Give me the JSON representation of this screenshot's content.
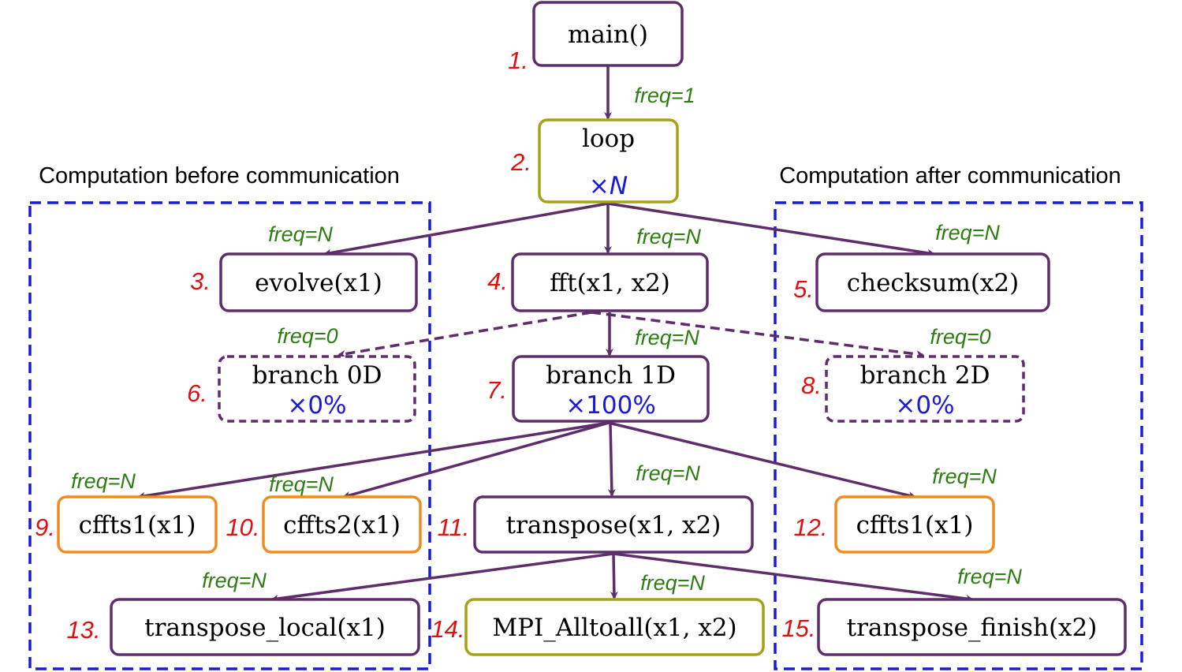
{
  "colors": {
    "edge": "#5e2d6b",
    "node_border_default": "#5e2d6b",
    "node_border_loop": "#a3a315",
    "node_border_compute": "#f08c1e",
    "node_border_mpi": "#a3a315",
    "region_border": "#1a1adb",
    "freq": "#2e7d12",
    "number": "#e01010",
    "multiplier": "#1a1adb"
  },
  "regions": {
    "before": {
      "label": "Computation before communication"
    },
    "after": {
      "label": "Computation after communication"
    }
  },
  "nodes": [
    {
      "id": "main",
      "number": "1.",
      "label": "main()",
      "multiplier": "",
      "style": "default"
    },
    {
      "id": "loop",
      "number": "2.",
      "label": "loop",
      "multiplier": "×N",
      "style": "loop"
    },
    {
      "id": "evolve",
      "number": "3.",
      "label": "evolve(x1)",
      "multiplier": "",
      "style": "default"
    },
    {
      "id": "fft",
      "number": "4.",
      "label": "fft(x1, x2)",
      "multiplier": "",
      "style": "default"
    },
    {
      "id": "checksum",
      "number": "5.",
      "label": "checksum(x2)",
      "multiplier": "",
      "style": "default"
    },
    {
      "id": "branch0d",
      "number": "6.",
      "label": "branch 0D",
      "multiplier": "×0%",
      "style": "dashed"
    },
    {
      "id": "branch1d",
      "number": "7.",
      "label": "branch 1D",
      "multiplier": "×100%",
      "style": "default"
    },
    {
      "id": "branch2d",
      "number": "8.",
      "label": "branch 2D",
      "multiplier": "×0%",
      "style": "dashed"
    },
    {
      "id": "cffts1a",
      "number": "9.",
      "label": "cffts1(x1)",
      "multiplier": "",
      "style": "compute"
    },
    {
      "id": "cffts2",
      "number": "10.",
      "label": "cffts2(x1)",
      "multiplier": "",
      "style": "compute"
    },
    {
      "id": "transpose",
      "number": "11.",
      "label": "transpose(x1, x2)",
      "multiplier": "",
      "style": "default"
    },
    {
      "id": "cffts1b",
      "number": "12.",
      "label": "cffts1(x1)",
      "multiplier": "",
      "style": "compute"
    },
    {
      "id": "tlocal",
      "number": "13.",
      "label": "transpose_local(x1)",
      "multiplier": "",
      "style": "default"
    },
    {
      "id": "mpi",
      "number": "14.",
      "label": "MPI_Alltoall(x1, x2)",
      "multiplier": "",
      "style": "mpi"
    },
    {
      "id": "tfinish",
      "number": "15.",
      "label": "transpose_finish(x2)",
      "multiplier": "",
      "style": "default"
    }
  ],
  "edges": [
    {
      "from": "main",
      "to": "loop",
      "freq": "freq=1",
      "dashed": false
    },
    {
      "from": "loop",
      "to": "evolve",
      "freq": "freq=N",
      "dashed": false
    },
    {
      "from": "loop",
      "to": "fft",
      "freq": "freq=N",
      "dashed": false
    },
    {
      "from": "loop",
      "to": "checksum",
      "freq": "freq=N",
      "dashed": false
    },
    {
      "from": "fft",
      "to": "branch0d",
      "freq": "freq=0",
      "dashed": true
    },
    {
      "from": "fft",
      "to": "branch1d",
      "freq": "freq=N",
      "dashed": false
    },
    {
      "from": "fft",
      "to": "branch2d",
      "freq": "freq=0",
      "dashed": true
    },
    {
      "from": "branch1d",
      "to": "cffts1a",
      "freq": "freq=N",
      "dashed": false
    },
    {
      "from": "branch1d",
      "to": "cffts2",
      "freq": "freq=N",
      "dashed": false
    },
    {
      "from": "branch1d",
      "to": "transpose",
      "freq": "freq=N",
      "dashed": false
    },
    {
      "from": "branch1d",
      "to": "cffts1b",
      "freq": "freq=N",
      "dashed": false
    },
    {
      "from": "transpose",
      "to": "tlocal",
      "freq": "freq=N",
      "dashed": false
    },
    {
      "from": "transpose",
      "to": "mpi",
      "freq": "freq=N",
      "dashed": false
    },
    {
      "from": "transpose",
      "to": "tfinish",
      "freq": "freq=N",
      "dashed": false
    }
  ]
}
